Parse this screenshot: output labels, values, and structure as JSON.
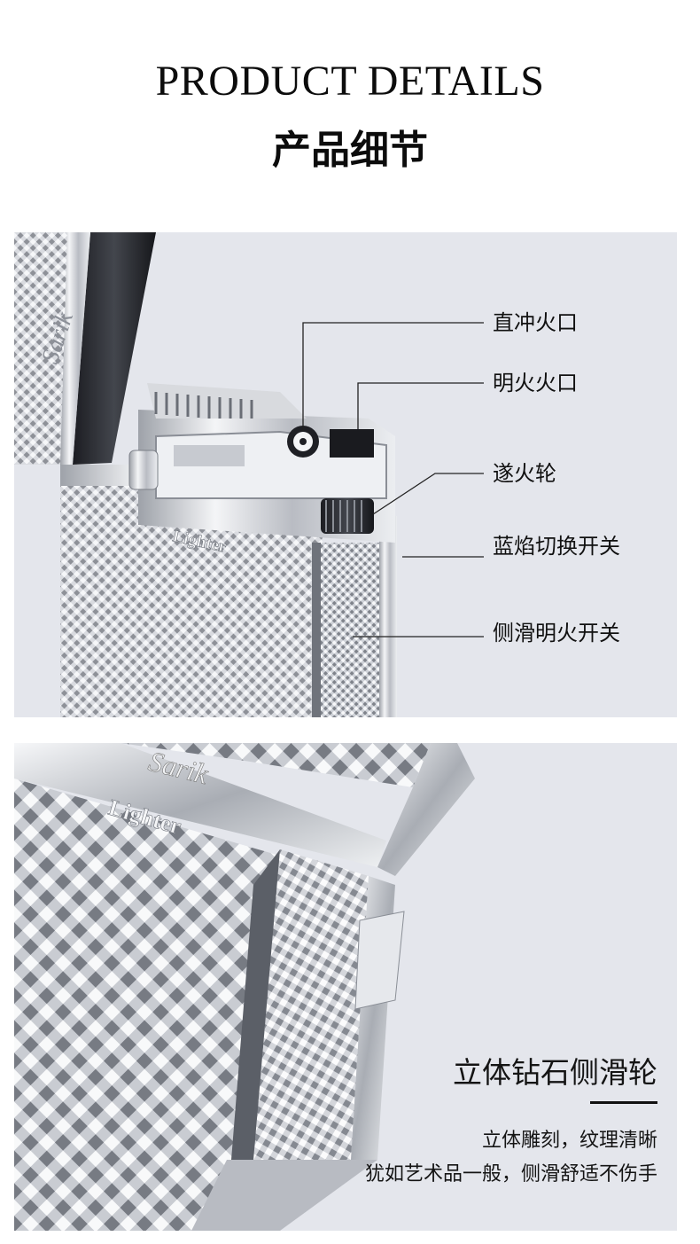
{
  "header": {
    "title_en": "PRODUCT DETAILS",
    "title_cn": "产品细节"
  },
  "panel1": {
    "engraving": "Lighter",
    "callouts": [
      {
        "label": "直冲火口"
      },
      {
        "label": "明火火口"
      },
      {
        "label": "遂火轮"
      },
      {
        "label": "蓝焰切换开关"
      },
      {
        "label": "侧滑明火开关"
      }
    ]
  },
  "panel2": {
    "engraving": "Lighter",
    "feature_title": "立体钻石侧滑轮",
    "description_lines": [
      "立体雕刻，纹理清晰",
      "犹如艺术品一般，侧滑舒适不伤手"
    ]
  },
  "colors": {
    "panel_background": "#e4e6ec",
    "metal_light": "#f2f3f5",
    "metal_dark": "#2a2c31",
    "text": "#111111"
  }
}
